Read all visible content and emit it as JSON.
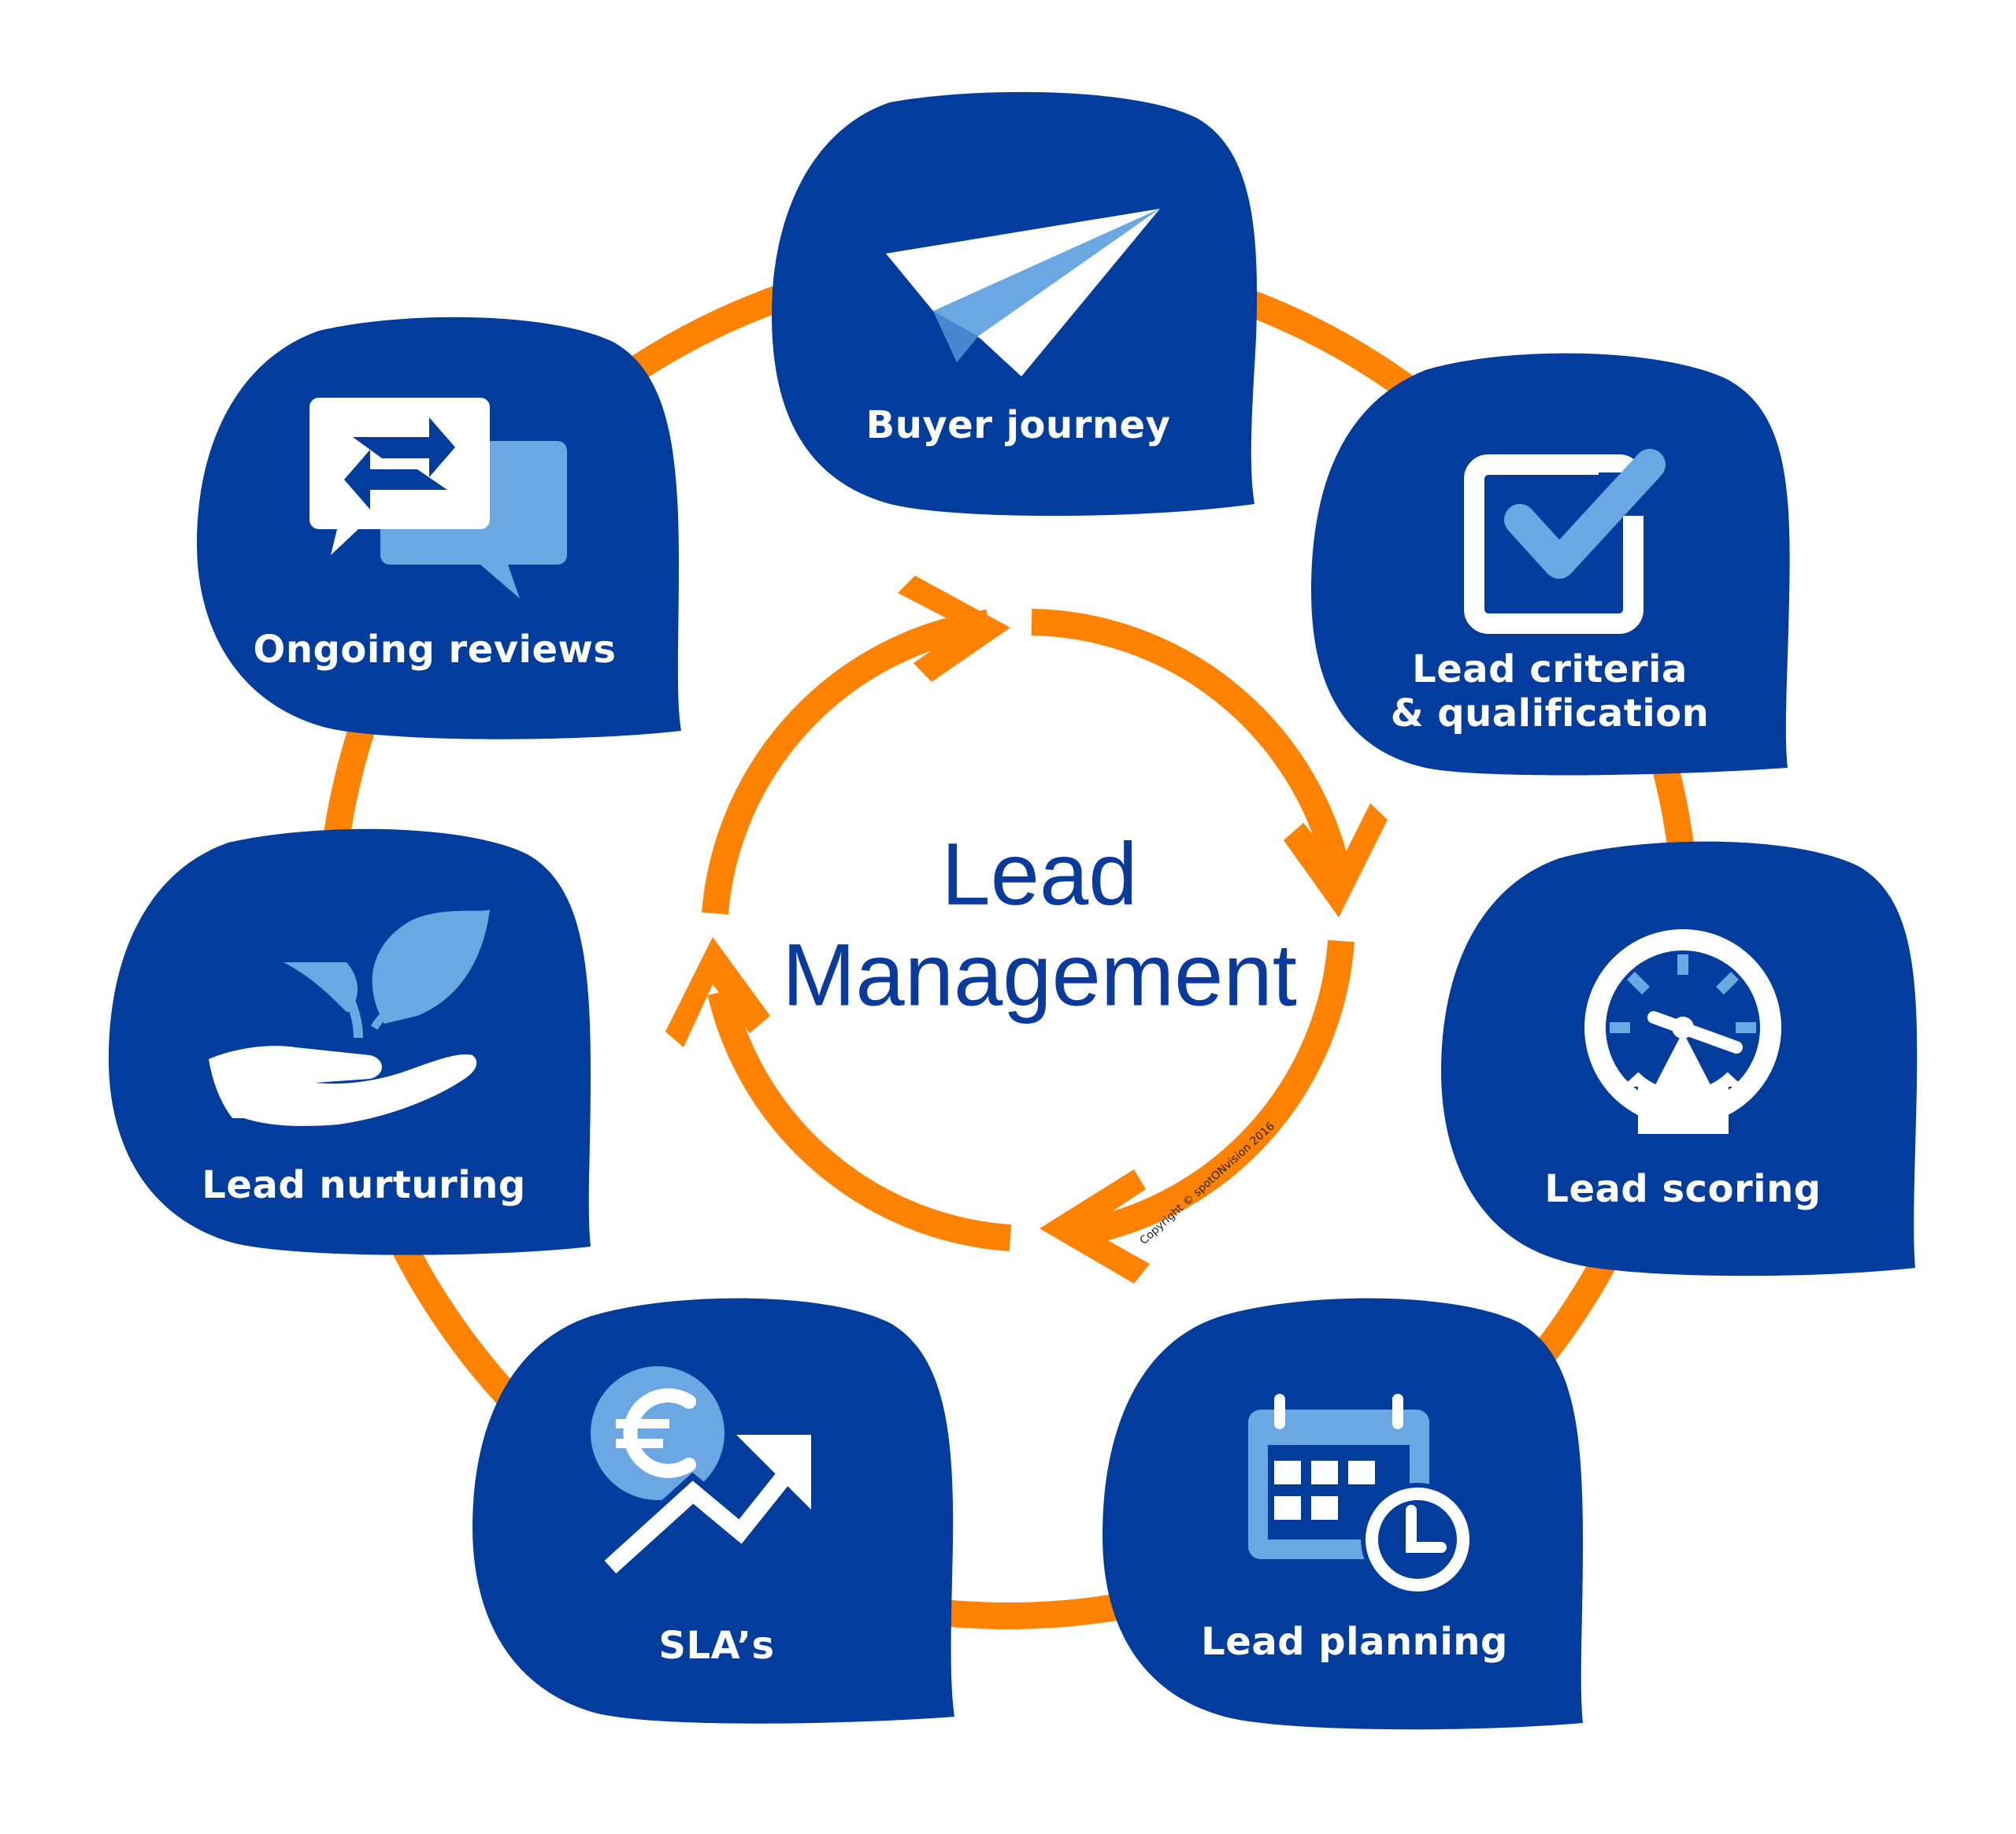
{
  "center": {
    "line1": "Lead",
    "line2": "Management"
  },
  "copyright": "Copyright © spotONvision 2016",
  "colors": {
    "blue": "#023d9e",
    "light_blue": "#6ba7e3",
    "orange": "#ff8200",
    "text_blue": "#0a3a9c"
  },
  "nodes": [
    {
      "id": "buyer-journey",
      "icon": "paper-plane-icon",
      "lines": [
        "Buyer journey"
      ]
    },
    {
      "id": "lead-criteria",
      "icon": "checkbox-icon",
      "lines": [
        "Lead criteria",
        "& qualification"
      ]
    },
    {
      "id": "lead-scoring",
      "icon": "speedometer-icon",
      "lines": [
        "Lead scoring"
      ]
    },
    {
      "id": "lead-planning",
      "icon": "calendar-clock-icon",
      "lines": [
        "Lead planning"
      ]
    },
    {
      "id": "slas",
      "icon": "euro-growth-icon",
      "lines": [
        "SLA’s"
      ]
    },
    {
      "id": "lead-nurturing",
      "icon": "plant-hand-icon",
      "lines": [
        "Lead nurturing"
      ]
    },
    {
      "id": "ongoing-reviews",
      "icon": "chat-exchange-icon",
      "lines": [
        "Ongoing reviews"
      ]
    }
  ]
}
